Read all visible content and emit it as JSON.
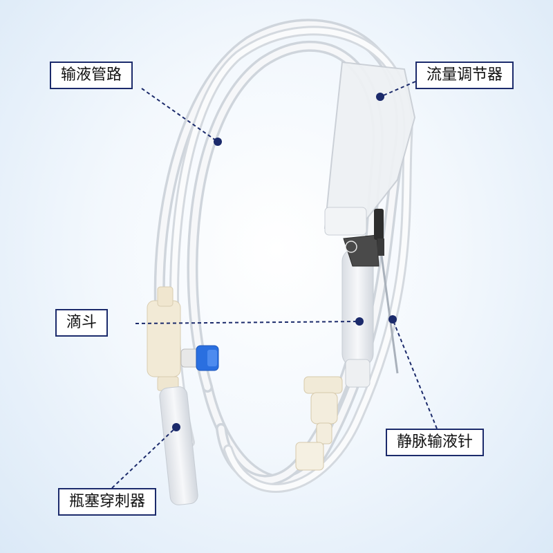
{
  "labels": {
    "tubing": "输液管路",
    "flow_regulator": "流量调节器",
    "drip_chamber": "滴斗",
    "iv_needle": "静脉输液针",
    "bottle_spike": "瓶塞穿刺器"
  },
  "colors": {
    "label_border": "#1b2a6b",
    "leader_line": "#1b2a6b",
    "clamp_blue": "#2a6fe0",
    "background": "#e6f0fa"
  }
}
